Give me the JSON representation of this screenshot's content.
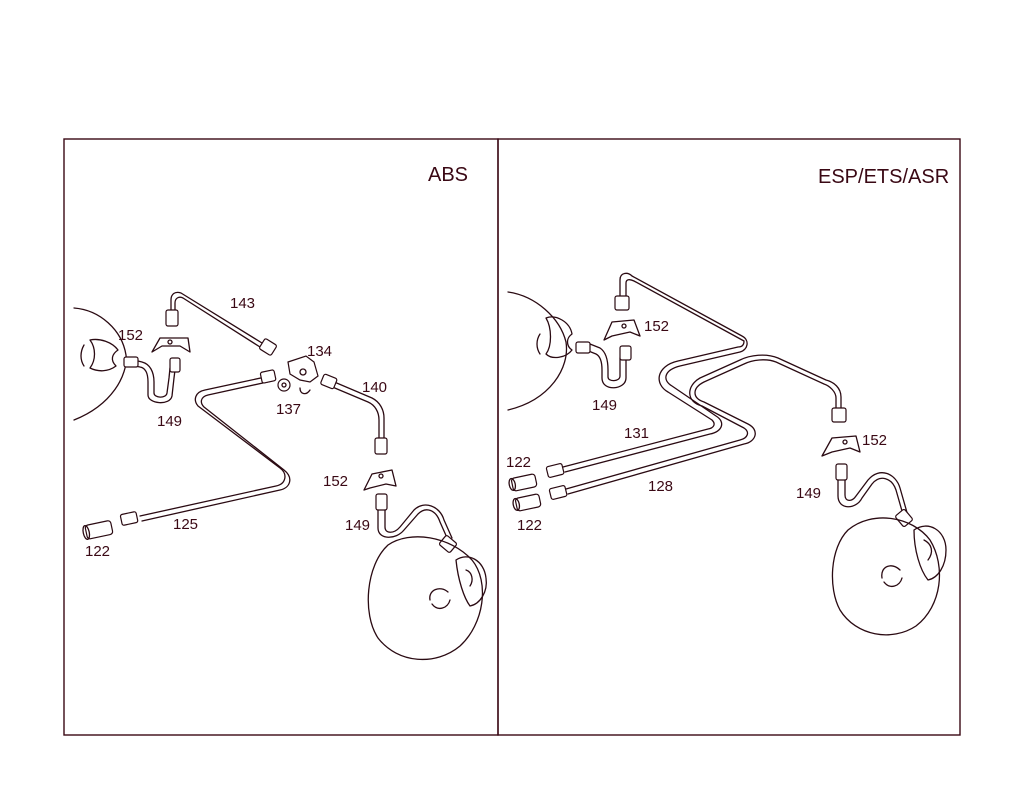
{
  "panels": {
    "left": {
      "title": "ABS",
      "labels": {
        "p143": "143",
        "p152a": "152",
        "p134": "134",
        "p137": "137",
        "p149a": "149",
        "p140": "140",
        "p152b": "152",
        "p149b": "149",
        "p125": "125",
        "p122": "122"
      }
    },
    "right": {
      "title": "ESP/ETS/ASR",
      "labels": {
        "p152a": "152",
        "p149a": "149",
        "p131": "131",
        "p122a": "122",
        "p128": "128",
        "p122b": "122",
        "p152b": "152",
        "p149b": "149"
      }
    }
  },
  "colors": {
    "line": "#2a0a12",
    "text": "#3a0814"
  }
}
